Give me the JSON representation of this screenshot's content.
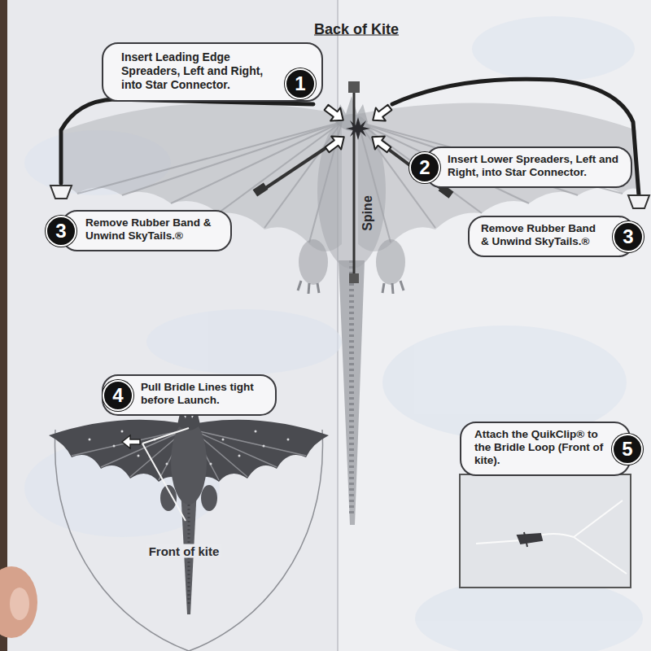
{
  "diagram": {
    "title": "Back of Kite",
    "nodes": [
      {
        "text": [
          "1",
          "Insert Leading Edge Spreaders, Left and Right, into Star Connector."
        ]
      },
      {
        "text": [
          "2",
          "Insert Lower Spreaders, Left and Right, into Star Connector."
        ]
      },
      {
        "text": [
          "3",
          "Remove Rubber Band & Unwind SkyTails.®"
        ]
      },
      {
        "text": [
          "3",
          "Remove Rubber Band & Unwind SkyTails.®"
        ]
      },
      {
        "text": [
          "4",
          "Pull Bridle Lines tight before Launch."
        ]
      },
      {
        "text": [
          "5",
          "Attach the QuikClip® to the Bridle Loop (Front of kite)."
        ]
      }
    ],
    "labels": [
      "Spine",
      "Front of kite"
    ]
  }
}
